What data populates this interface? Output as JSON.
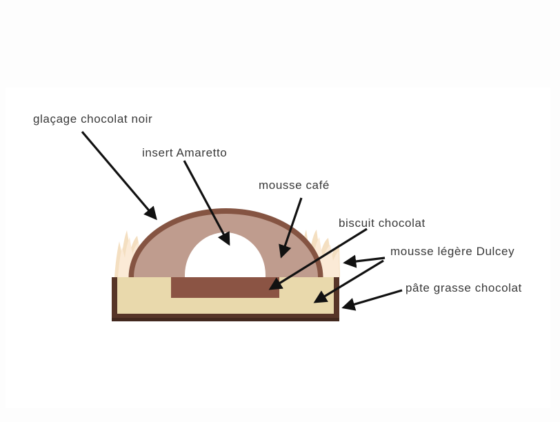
{
  "page": {
    "background": "#fdfdfd",
    "panel_background": "#ffffff"
  },
  "diagram": {
    "subject": "entremets dessert cross-section",
    "labels": {
      "glacage": "glaçage chocolat noir",
      "insert": "insert Amaretto",
      "mousse_cafe": "mousse café",
      "biscuit": "biscuit chocolat",
      "dulcey": "mousse légère Dulcey",
      "pate_grasse": "pâte grasse chocolat"
    },
    "colors": {
      "glacage_ring": "#855442",
      "mousse_cafe_fill": "#bf9c8e",
      "insert_fill": "#ffffff",
      "biscuit_fill": "#8b5444",
      "dulcey_fill": "#e9d9ac",
      "shell_dark": "#573528",
      "shell_shadow": "#42281e",
      "flame_back": "#f4dfc1",
      "flame_front": "#fbead6",
      "arrow": "#111111",
      "label_text": "#383838"
    }
  }
}
